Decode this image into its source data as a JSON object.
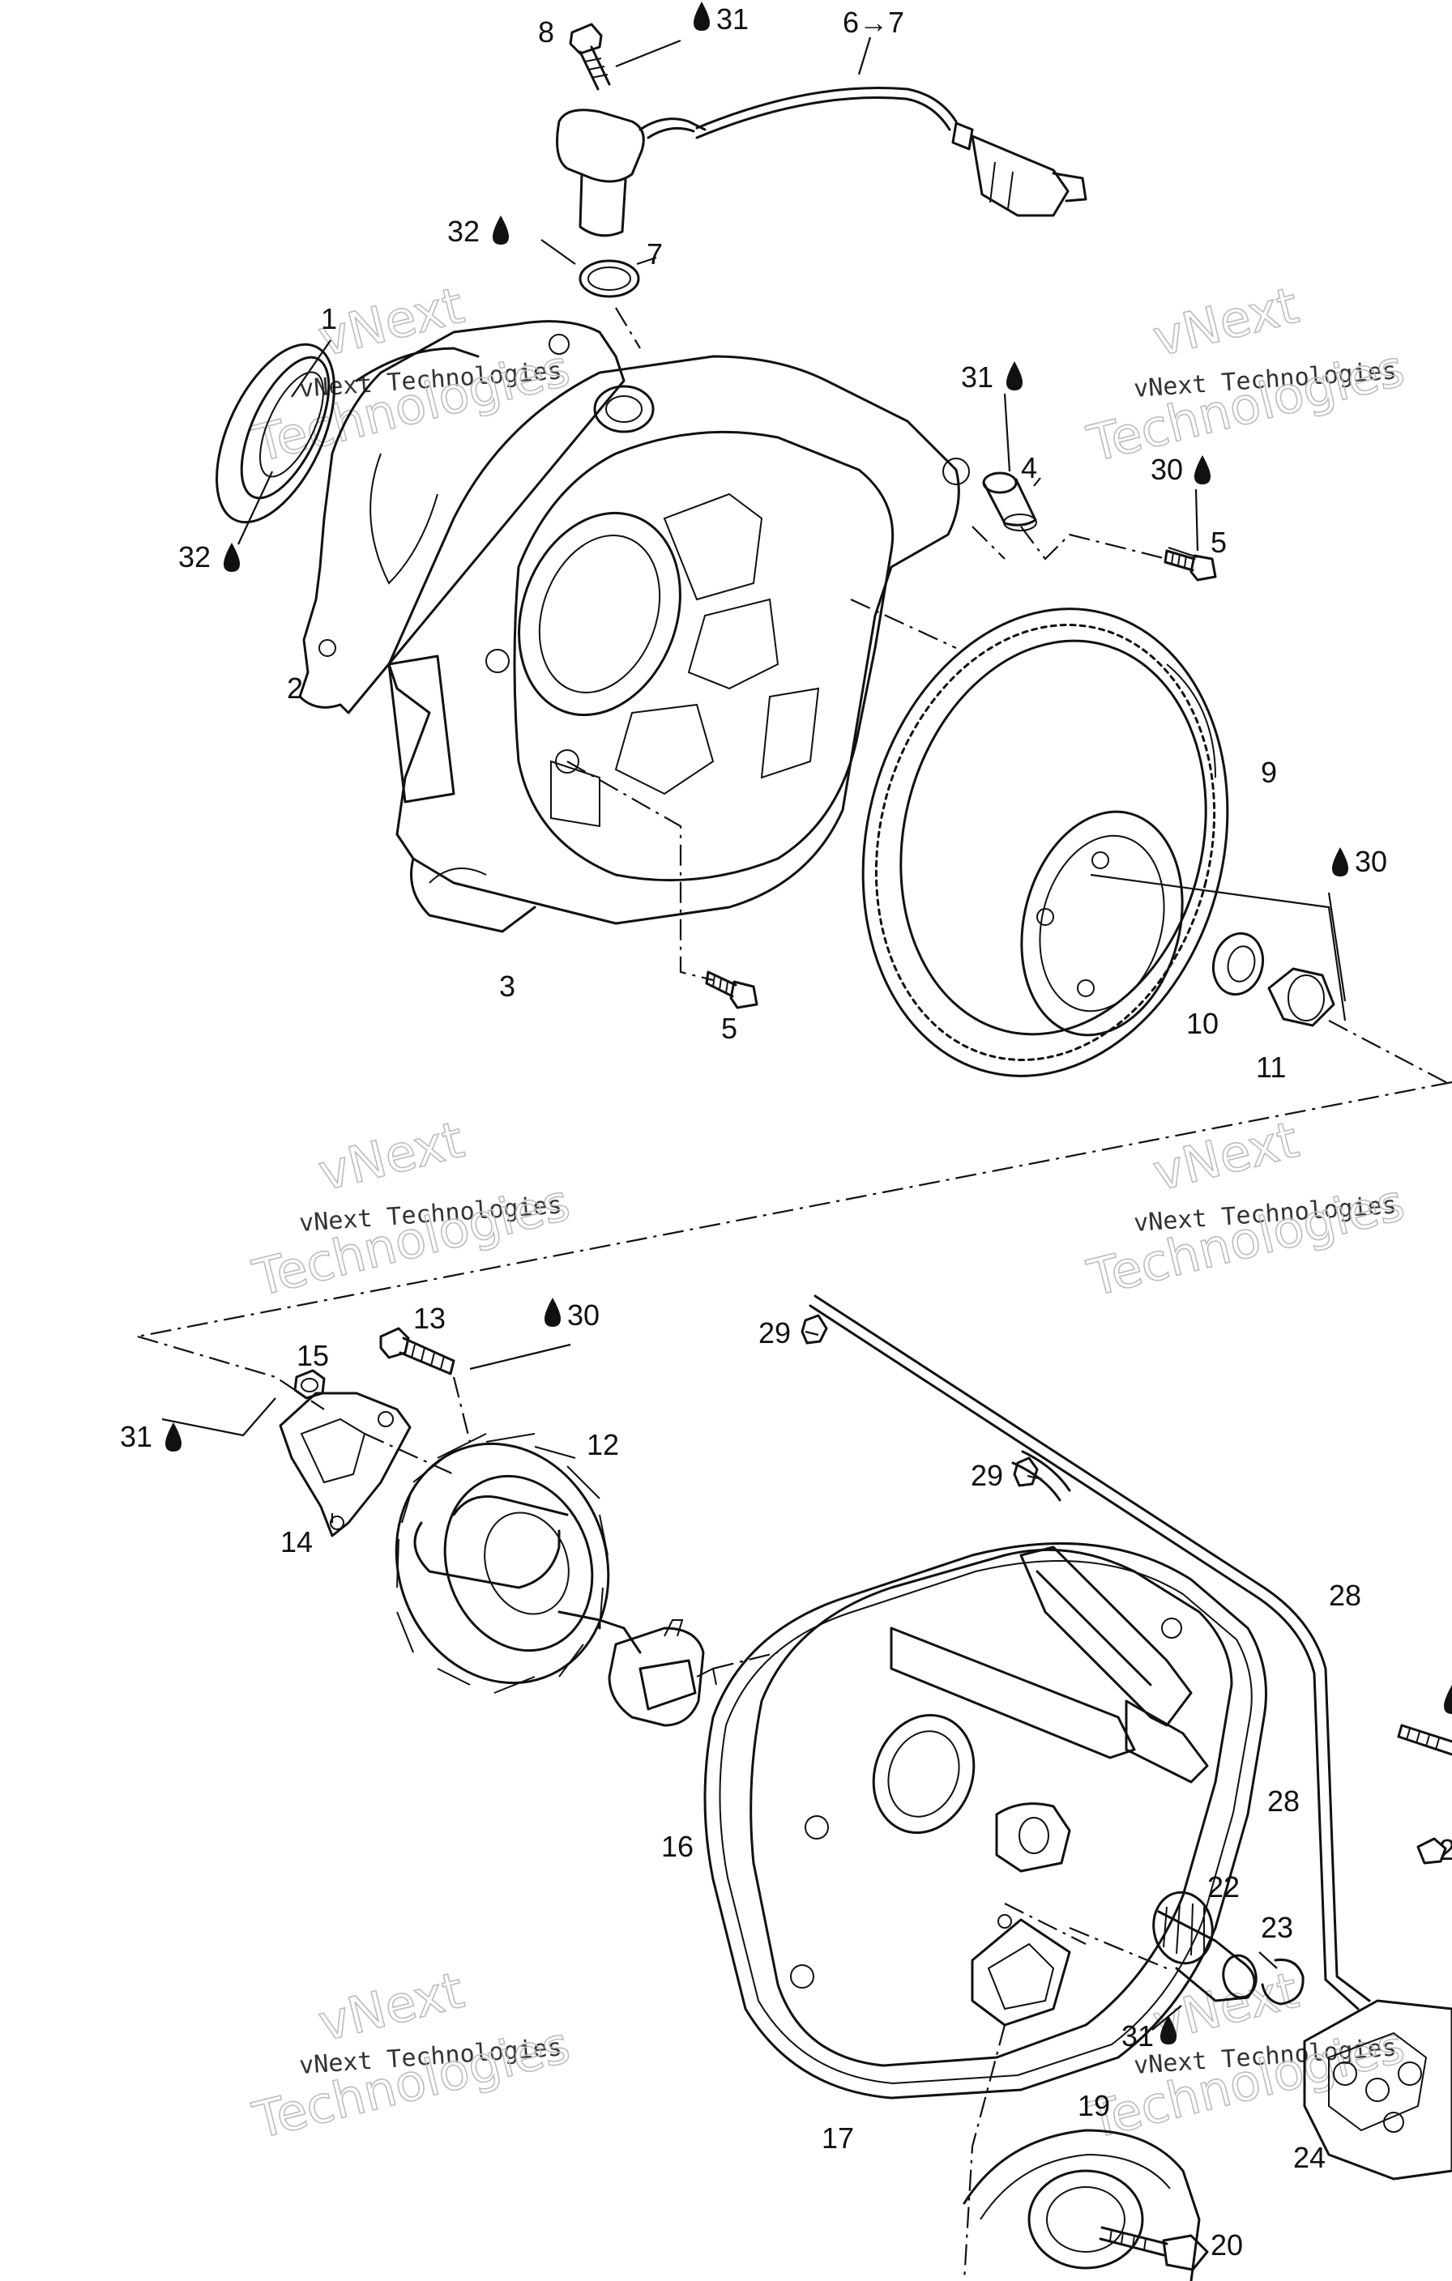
{
  "diagram": {
    "callouts": [
      {
        "id": "c8",
        "text": "8"
      },
      {
        "id": "c31a",
        "text": "31"
      },
      {
        "id": "c6to7",
        "text": "6→7"
      },
      {
        "id": "c32a",
        "text": "32"
      },
      {
        "id": "c7",
        "text": "7"
      },
      {
        "id": "c1",
        "text": "1"
      },
      {
        "id": "c31b",
        "text": "31"
      },
      {
        "id": "c4",
        "text": "4"
      },
      {
        "id": "c30a",
        "text": "30"
      },
      {
        "id": "c5a",
        "text": "5"
      },
      {
        "id": "c32b",
        "text": "32"
      },
      {
        "id": "c2",
        "text": "2"
      },
      {
        "id": "c9",
        "text": "9"
      },
      {
        "id": "c30b",
        "text": "30"
      },
      {
        "id": "c3",
        "text": "3"
      },
      {
        "id": "c10",
        "text": "10"
      },
      {
        "id": "c5b",
        "text": "5"
      },
      {
        "id": "c11",
        "text": "11"
      },
      {
        "id": "c13",
        "text": "13"
      },
      {
        "id": "c30c",
        "text": "30"
      },
      {
        "id": "c29a",
        "text": "29"
      },
      {
        "id": "c15",
        "text": "15"
      },
      {
        "id": "c31c",
        "text": "31"
      },
      {
        "id": "c12",
        "text": "12"
      },
      {
        "id": "c29b",
        "text": "29"
      },
      {
        "id": "c14",
        "text": "14"
      },
      {
        "id": "c28a",
        "text": "28"
      },
      {
        "id": "c28b",
        "text": "28"
      },
      {
        "id": "c16",
        "text": "16"
      },
      {
        "id": "c22",
        "text": "22"
      },
      {
        "id": "c23",
        "text": "23"
      },
      {
        "id": "c31d",
        "text": "31"
      },
      {
        "id": "c17",
        "text": "17"
      },
      {
        "id": "c19",
        "text": "19"
      },
      {
        "id": "c24",
        "text": "24"
      },
      {
        "id": "c20",
        "text": "20"
      },
      {
        "id": "c2x",
        "text": "2"
      }
    ],
    "watermark": {
      "line1": "vNext Technologies",
      "outline_top": "vNext",
      "outline_bottom": "Technologies"
    }
  }
}
